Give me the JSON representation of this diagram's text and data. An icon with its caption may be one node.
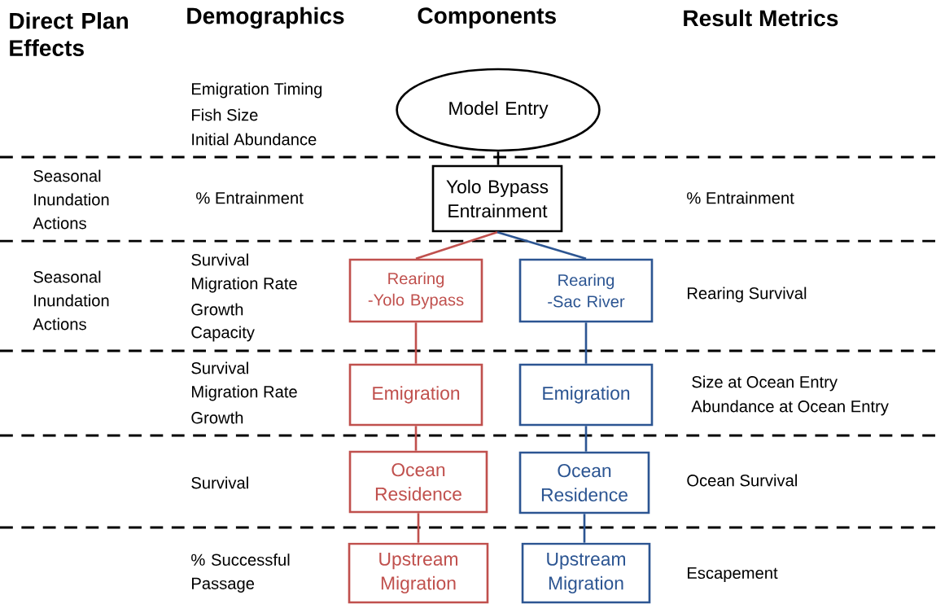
{
  "diagram": {
    "nodes": [
      {
        "text": [
          "Model Entry"
        ]
      },
      {
        "text": [
          "Yolo Bypass Entrainment"
        ]
      },
      {
        "text": [
          "Rearing -Yolo Bypass"
        ]
      },
      {
        "text": [
          "Rearing -Sac River"
        ]
      },
      {
        "text": [
          "Emigration"
        ]
      },
      {
        "text": [
          "Emigration"
        ]
      },
      {
        "text": [
          "Ocean Residence"
        ]
      },
      {
        "text": [
          "Ocean Residence"
        ]
      },
      {
        "text": [
          "Upstream Migration"
        ]
      },
      {
        "text": [
          "Upstream Migration"
        ]
      }
    ],
    "edges": [
      {
        "from": 0,
        "to": 1,
        "arrow": "none",
        "color": "#000000"
      },
      {
        "from": 1,
        "to": 2,
        "arrow": "none",
        "color": "#c0504d"
      },
      {
        "from": 1,
        "to": 3,
        "arrow": "none",
        "color": "#2c5592"
      },
      {
        "from": 2,
        "to": 4,
        "arrow": "none",
        "color": "#c0504d"
      },
      {
        "from": 3,
        "to": 5,
        "arrow": "none",
        "color": "#2c5592"
      },
      {
        "from": 4,
        "to": 6,
        "arrow": "none",
        "color": "#c0504d"
      },
      {
        "from": 5,
        "to": 7,
        "arrow": "none",
        "color": "#2c5592"
      },
      {
        "from": 6,
        "to": 8,
        "arrow": "none",
        "color": "#c0504d"
      },
      {
        "from": 7,
        "to": 9,
        "arrow": "none",
        "color": "#2c5592"
      }
    ],
    "labels": [
      "Direct Plan Effects",
      "Demographics",
      "Components",
      "Result Metrics",
      "Emigration Timing",
      "Fish Size",
      "Initial Abundance",
      "Seasonal Inundation Actions",
      "% Entrainment",
      "% Entrainment",
      "Seasonal Inundation Actions",
      "Survival",
      "Migration Rate",
      "Growth",
      "Capacity",
      "Rearing Survival",
      "Survival",
      "Migration Rate",
      "Growth",
      "Size at Ocean Entry",
      "Abundance at Ocean Entry",
      "Survival",
      "Ocean Survival",
      "% Successful Passage",
      "Escapement"
    ]
  }
}
